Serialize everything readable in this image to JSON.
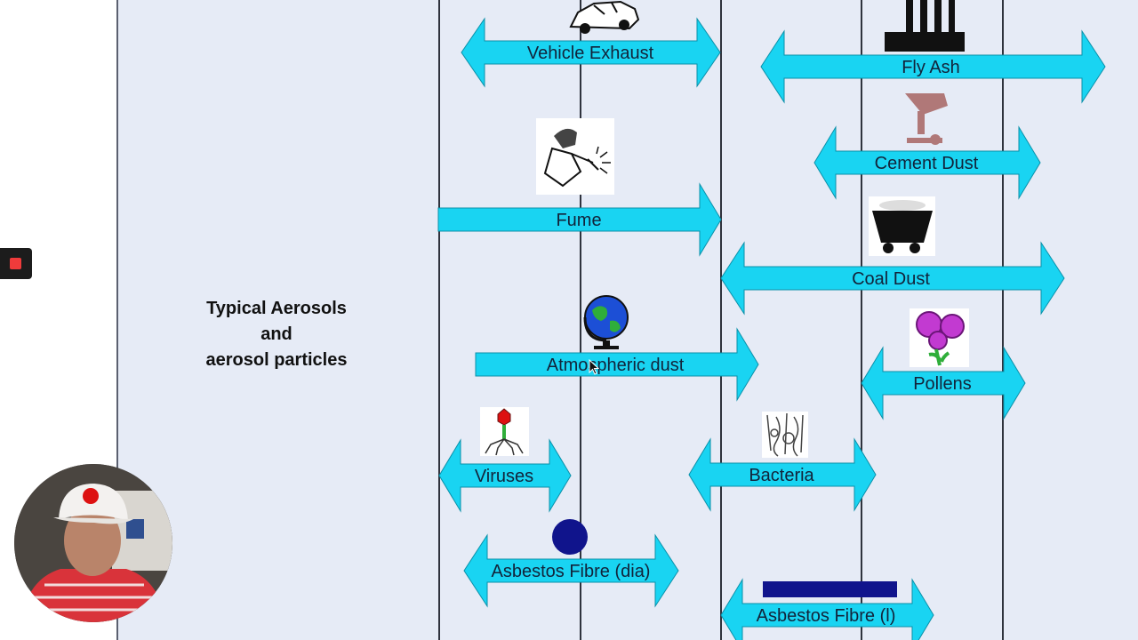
{
  "caption": {
    "line1": "Typical Aerosols",
    "line2": "and",
    "line3": "aerosol particles"
  },
  "arrows": {
    "vehicle_exhaust": "Vehicle Exhaust",
    "fly_ash": "Fly Ash",
    "cement_dust": "Cement Dust",
    "fume": "Fume",
    "coal_dust": "Coal Dust",
    "atmospheric_dust": "Atmospheric dust",
    "pollens": "Pollens",
    "viruses": "Viruses",
    "bacteria": "Bacteria",
    "asbestos_dia": "Asbestos Fibre (dia)",
    "asbestos_len": "Asbestos Fibre (l)"
  },
  "colors": {
    "arrow_fill": "#19d4f2",
    "arrow_stroke": "#0a8fa8",
    "slide_background": "#e6ebf6",
    "grid_line": "#2f333d",
    "sphere": "#10148c",
    "fibre_bar": "#10148c",
    "stop_indicator": "#ef3b3b"
  },
  "icons": {
    "vehicle": "car-icon",
    "factory": "factory-chimneys-icon",
    "cement": "cement-mixer-icon",
    "welder": "welder-icon",
    "coal": "coal-cart-icon",
    "globe": "globe-icon",
    "flowers": "flowers-icon",
    "virus": "virus-icon",
    "bacteria": "bacteria-icon",
    "stop": "stop-recording-icon",
    "webcam": "webcam-presenter-avatar"
  }
}
